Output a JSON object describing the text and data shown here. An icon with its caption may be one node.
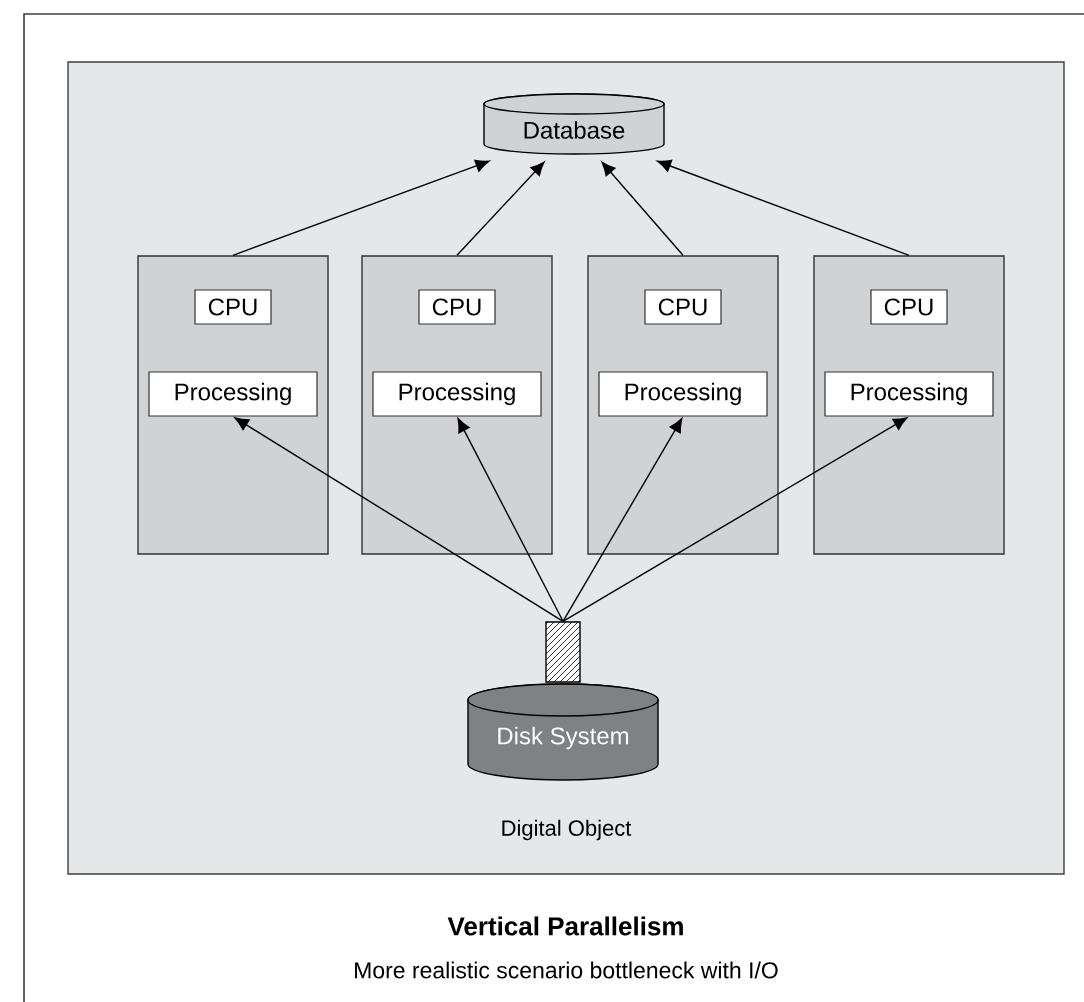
{
  "diagram": {
    "title": "Vertical Parallelism",
    "caption": "More realistic scenario bottleneck with I/O",
    "nodes": [
      {
        "text": [
          "Digital Object"
        ]
      },
      {
        "text": [
          "Database"
        ],
        "in": 0
      },
      {
        "text": [],
        "shape": "box",
        "in": 0
      },
      {
        "text": [
          "CPU"
        ],
        "in": 2
      },
      {
        "text": [
          "Processing"
        ],
        "in": 2
      },
      {
        "text": [],
        "shape": "box",
        "in": 0
      },
      {
        "text": [
          "CPU"
        ],
        "in": 5
      },
      {
        "text": [
          "Processing"
        ],
        "in": 5
      },
      {
        "text": [],
        "shape": "box",
        "in": 0
      },
      {
        "text": [
          "CPU"
        ],
        "in": 8
      },
      {
        "text": [
          "Processing"
        ],
        "in": 8
      },
      {
        "text": [],
        "shape": "box",
        "in": 0
      },
      {
        "text": [
          "CPU"
        ],
        "in": 11
      },
      {
        "text": [
          "Processing"
        ],
        "in": 11
      },
      {
        "text": [],
        "shape": "bar",
        "in": 0
      },
      {
        "text": [
          "Disk System"
        ],
        "in": 0
      }
    ],
    "edges": [
      {
        "from": 2,
        "to": 1,
        "arrow": "to"
      },
      {
        "from": 5,
        "to": 1,
        "arrow": "to"
      },
      {
        "from": 8,
        "to": 1,
        "arrow": "to"
      },
      {
        "from": 11,
        "to": 1,
        "arrow": "to"
      },
      {
        "from": 14,
        "to": 4,
        "arrow": "to"
      },
      {
        "from": 14,
        "to": 7,
        "arrow": "to"
      },
      {
        "from": 14,
        "to": 10,
        "arrow": "to"
      },
      {
        "from": 14,
        "to": 13,
        "arrow": "to"
      }
    ]
  }
}
